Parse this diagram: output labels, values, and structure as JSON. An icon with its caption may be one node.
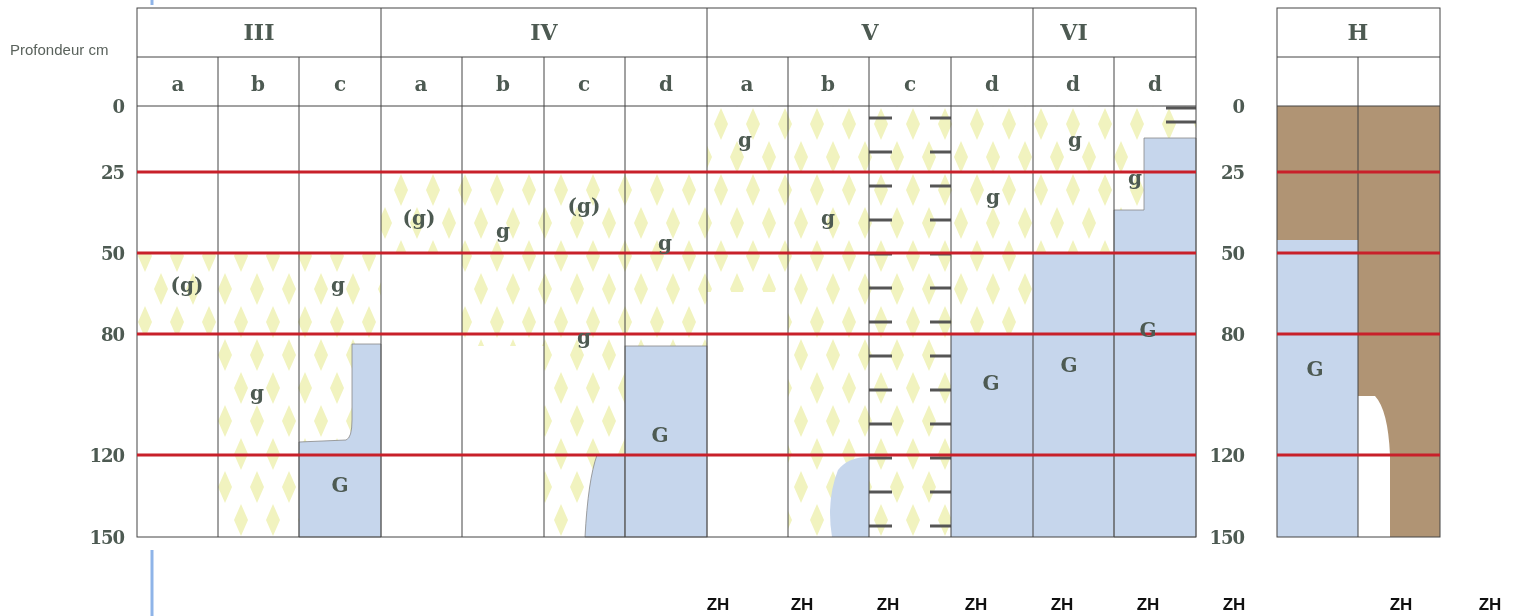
{
  "diagram": {
    "labels": [
      "Profondeur cm",
      "III",
      "IV",
      "V",
      "VI",
      "H",
      "a",
      "b",
      "c",
      "a",
      "b",
      "c",
      "d",
      "a",
      "b",
      "c",
      "d",
      "d",
      "d",
      "0",
      "0",
      "g",
      "g",
      "25",
      "g",
      "25",
      "g",
      "(g)",
      "g",
      "(g)",
      "g",
      "g",
      "50",
      "50",
      "(g)",
      "g",
      "80",
      "g",
      "G",
      "80",
      "G",
      "G",
      "G",
      "g",
      "G",
      "120",
      "120",
      "G",
      "150",
      "150",
      "ZH",
      "ZH",
      "ZH",
      "ZH",
      "ZH",
      "ZH",
      "ZH",
      "ZH",
      "ZH"
    ]
  }
}
